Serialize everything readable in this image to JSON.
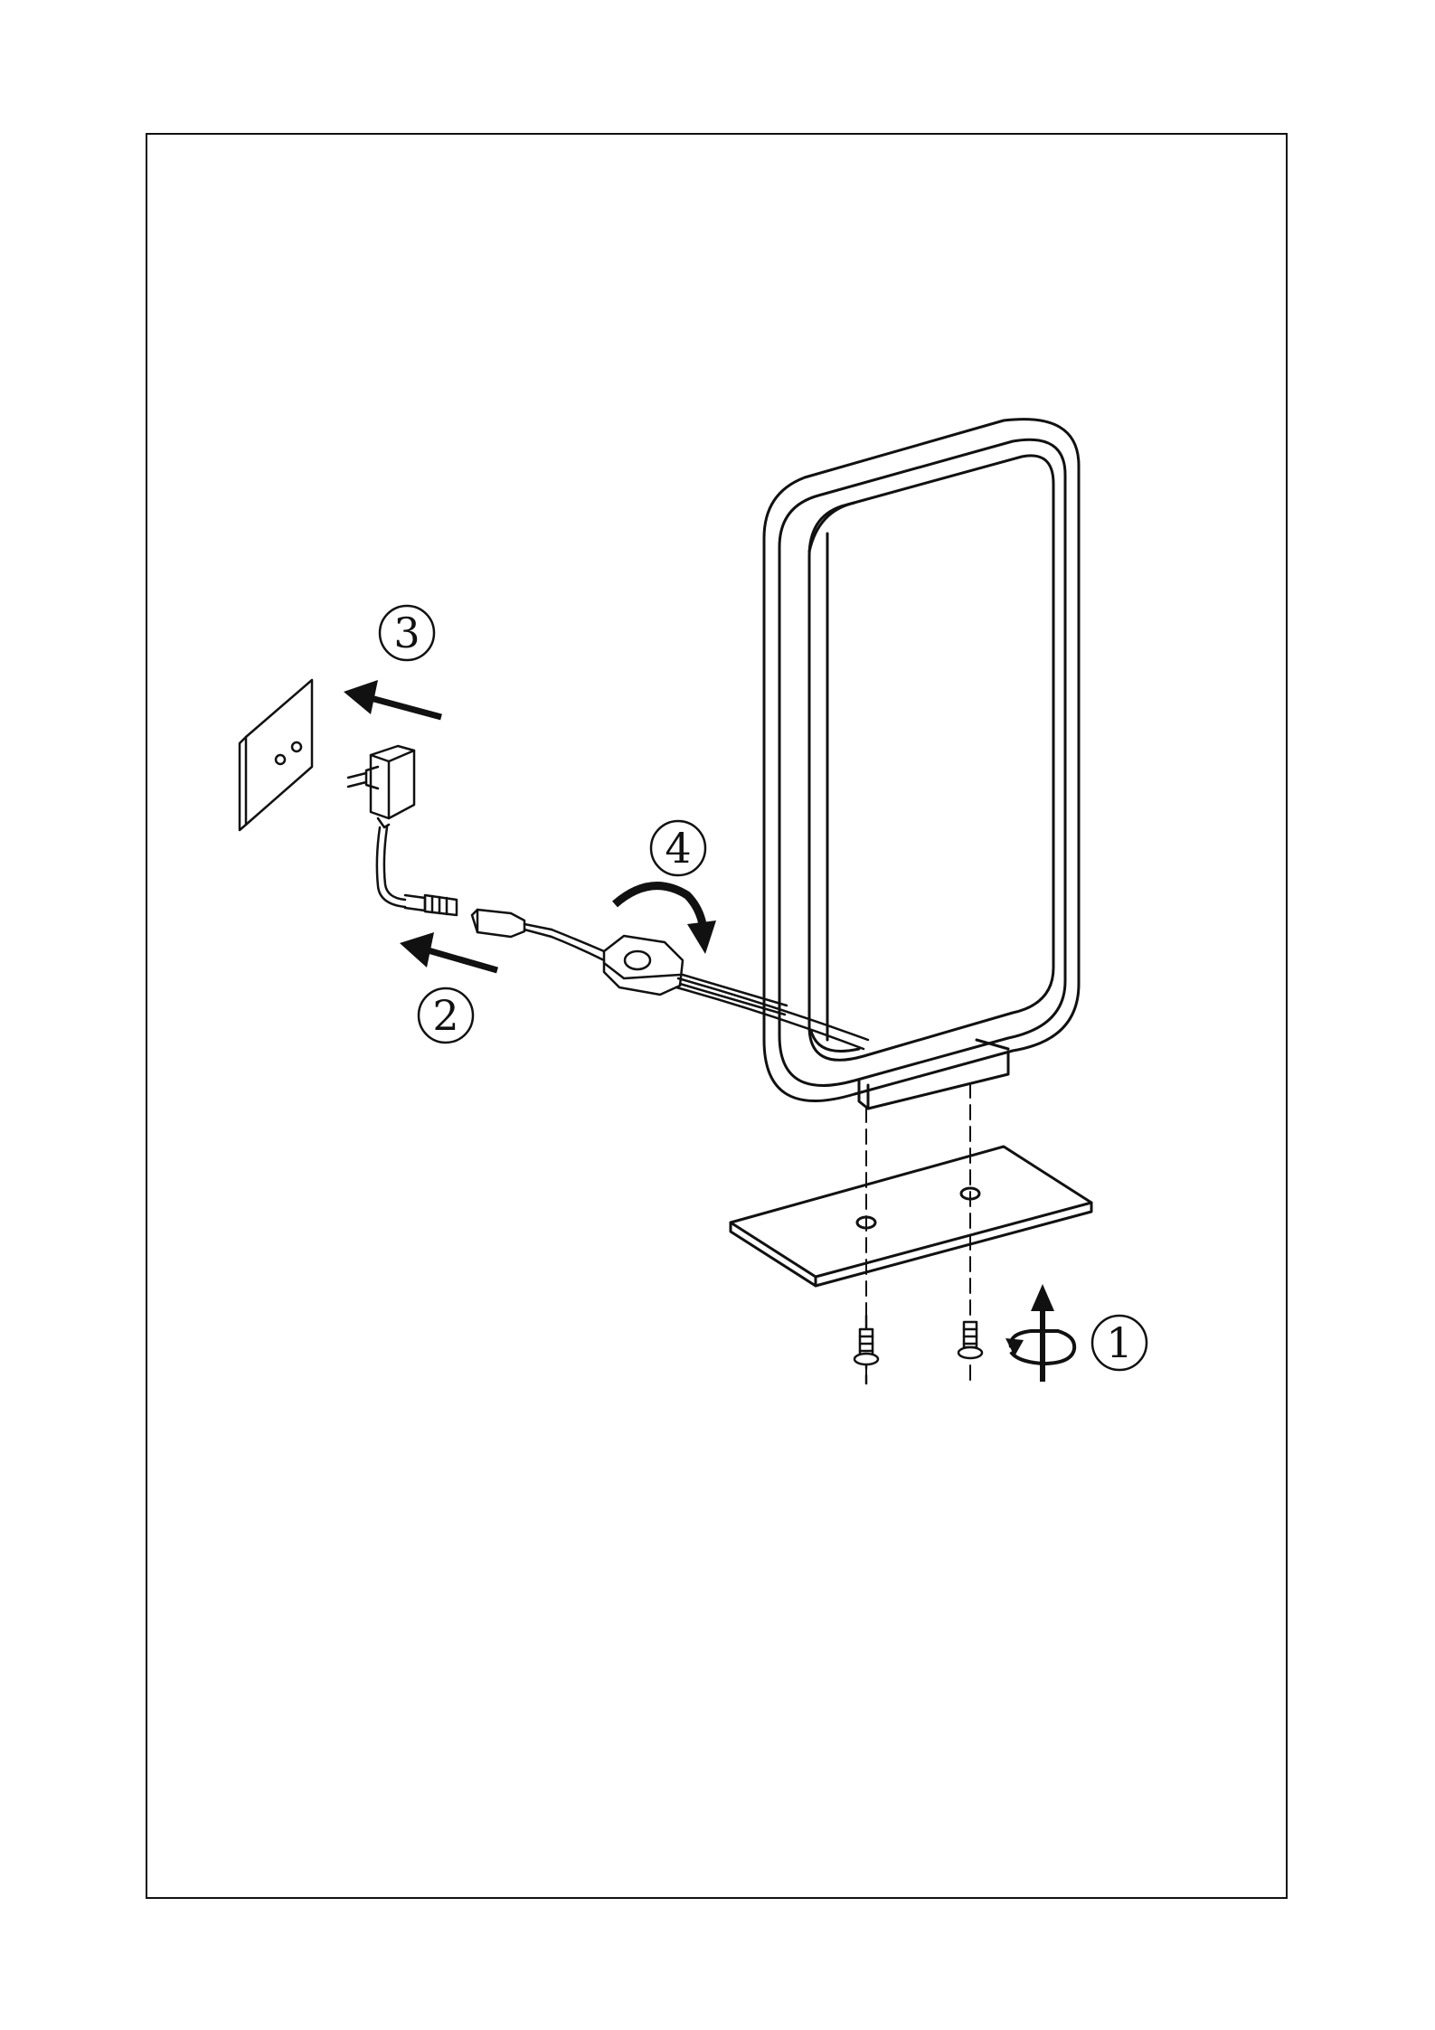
{
  "diagram": {
    "colors": {
      "ink": "#111111",
      "paper": "#ffffff"
    },
    "steps": [
      {
        "id": "step-1",
        "number": "1"
      },
      {
        "id": "step-2",
        "number": "2"
      },
      {
        "id": "step-3",
        "number": "3"
      },
      {
        "id": "step-4",
        "number": "4"
      }
    ],
    "parts": [
      {
        "name": "lamp-frame",
        "icon": "rectangular-ring-lamp"
      },
      {
        "name": "base-plate",
        "icon": "flat-plate"
      },
      {
        "name": "screws",
        "icon": "screw",
        "count": 2
      },
      {
        "name": "wall-socket",
        "icon": "outlet"
      },
      {
        "name": "power-adapter",
        "icon": "plug-adapter"
      },
      {
        "name": "dimmer-switch",
        "icon": "inline-dimmer"
      },
      {
        "name": "dc-connector",
        "icon": "barrel-connector"
      }
    ]
  }
}
